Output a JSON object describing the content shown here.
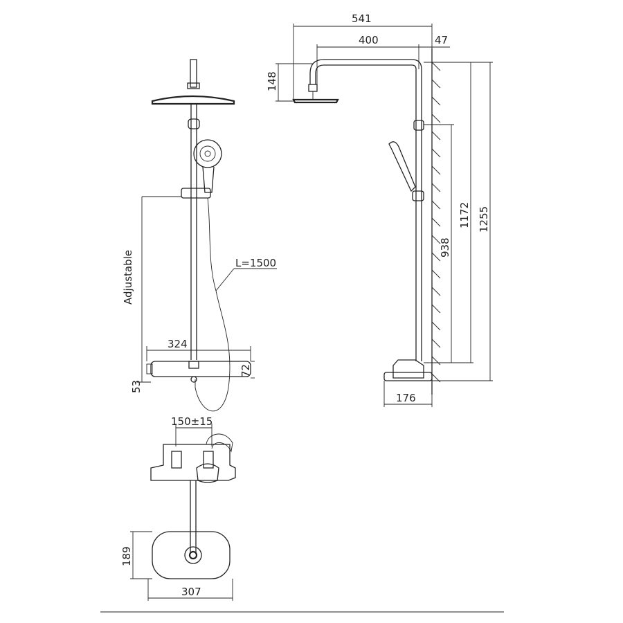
{
  "diagram": {
    "front_view": {
      "adjustable_label": "Adjustable",
      "hose_label": "L=1500",
      "bar_width": "324",
      "body_height_left": "53",
      "body_height_right": "72"
    },
    "side_view": {
      "total_reach": "541",
      "arm_length": "400",
      "wall_offset": "47",
      "head_height": "148",
      "slider_height": "938",
      "arm_height": "1172",
      "total_height": "1255",
      "body_depth": "176"
    },
    "bottom_view": {
      "inlet_spacing": "150±15",
      "base_depth": "189",
      "base_width": "307"
    }
  }
}
